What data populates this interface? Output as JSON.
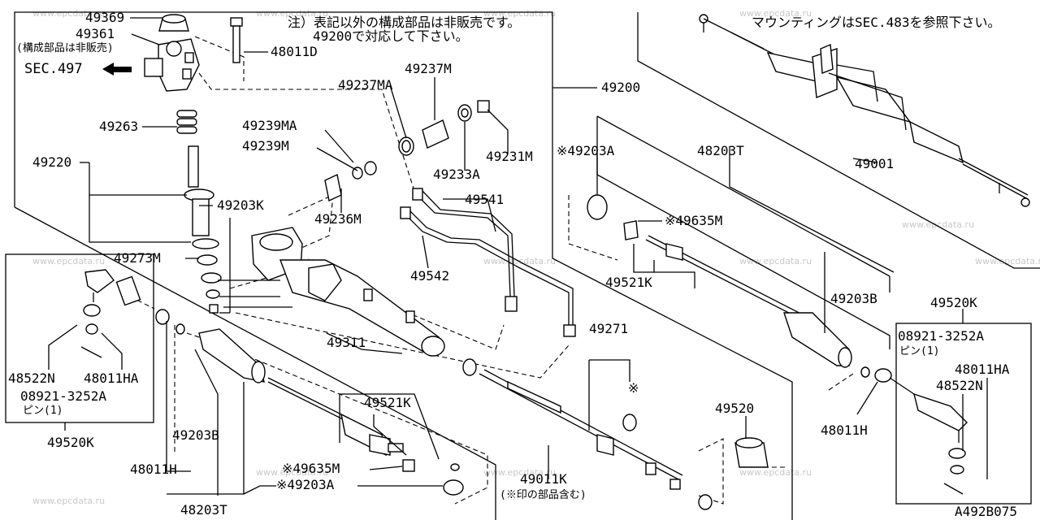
{
  "watermark": "www.epcdata.ru",
  "diagram_code": "A492B075",
  "notes": {
    "note_line1": "注）表記以外の構成部品は非販売です。",
    "note_line2": "49200で対応して下さい。",
    "mounting": "マウンティングはSEC.483を参照下さい。",
    "not_sold": "(構成部品は非販売)",
    "sec497": "SEC.497",
    "includes_marked": "(※印の部品含む)",
    "asterisk": "※"
  },
  "parts": {
    "p49369": "49369",
    "p49361": "49361",
    "p48011D": "48011D",
    "p49237MA": "49237MA",
    "p49237M": "49237M",
    "p49200": "49200",
    "p49263": "49263",
    "p49239MA": "49239MA",
    "p49239M": "49239M",
    "p49231M": "49231M",
    "p49233A": "49233A",
    "p49220": "49220",
    "p49203K": "49203K",
    "p49236M": "49236M",
    "p49541": "49541",
    "p49203A_r": "※49203A",
    "p48203T_r": "48203T",
    "p49001": "49001",
    "p49635M_r": "※49635M",
    "p49273M": "49273M",
    "p49542": "49542",
    "p49521K_r": "49521K",
    "p49203B_r": "49203B",
    "p49520K_r": "49520K",
    "p08921_r": "08921-3252A",
    "pin_r": "ピン(1)",
    "p48011HA_r": "48011HA",
    "p48522N_r": "48522N",
    "p49311": "49311",
    "p49271": "49271",
    "p48522N_l": "48522N",
    "p48011HA_l": "48011HA",
    "p08921_l": "08921-3252A",
    "pin_l": "ピン(1)",
    "p49521K_l": "49521K",
    "p49520": "49520",
    "p48011H_r": "48011H",
    "p49203B_l": "49203B",
    "p49520K_l": "49520K",
    "p48011H_l": "48011H",
    "p49635M_l": "※49635M",
    "p49203A_l": "※49203A",
    "p49011K": "49011K",
    "p48203T_l": "48203T"
  }
}
